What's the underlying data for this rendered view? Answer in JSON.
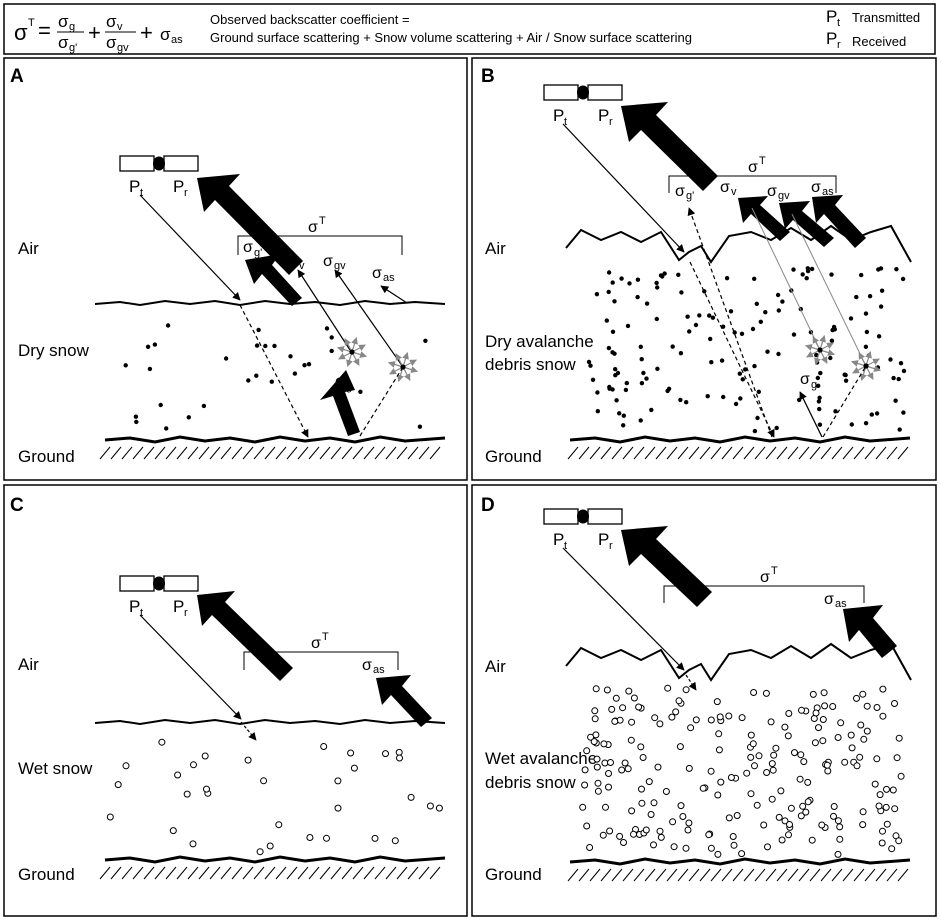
{
  "header": {
    "sigma": "σ",
    "sup_T": "T",
    "sub_g": "g",
    "sub_g_prime": "g'",
    "sub_v": "v",
    "sub_gv": "gv",
    "sub_as": "as",
    "equals": "=",
    "plus": "+",
    "description_line1": "Observed backscatter coefficient =",
    "description_line2": "Ground surface scattering + Snow volume scattering + Air / Snow surface scattering",
    "P": "P",
    "sub_t": "t",
    "sub_r": "r",
    "transmitted": "Transmitted",
    "received": "Received"
  },
  "panels": {
    "A": {
      "letter": "A",
      "air": "Air",
      "snow_lines": [
        "Dry snow"
      ],
      "ground": "Ground"
    },
    "B": {
      "letter": "B",
      "air": "Air",
      "snow_lines": [
        "Dry avalanche",
        "debris snow"
      ],
      "ground": "Ground"
    },
    "C": {
      "letter": "C",
      "air": "Air",
      "snow_lines": [
        "Wet snow"
      ],
      "ground": "Ground"
    },
    "D": {
      "letter": "D",
      "air": "Air",
      "snow_lines": [
        "Wet avalanche",
        "debris snow"
      ],
      "ground": "Ground"
    }
  }
}
